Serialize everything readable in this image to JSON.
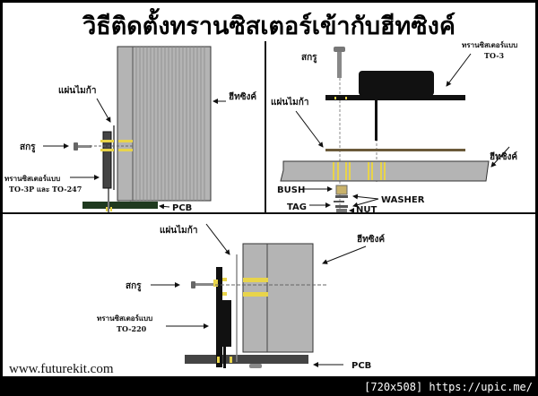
{
  "title": "วิธีติดตั้งทรานซิสเตอร์เข้ากับฮีทซิงค์",
  "panel_left": {
    "mica": "แผ่นไมก้า",
    "heatsink": "ฮีทซิงค์",
    "screw": "สกรู",
    "transistor_line1": "ทรานซิสเตอร์แบบ",
    "transistor_line2": "TO-3P และ TO-247",
    "pcb": "PCB"
  },
  "panel_right": {
    "screw": "สกรู",
    "transistor_line1": "ทรานซิสเตอร์แบบ",
    "transistor_line2": "TO-3",
    "mica": "แผ่นไมก้า",
    "heatsink": "ฮีทซิงค์",
    "bush": "BUSH",
    "tag": "TAG",
    "washer": "WASHER",
    "nut": "NUT"
  },
  "panel_bottom": {
    "mica": "แผ่นไมก้า",
    "heatsink": "ฮีทซิงค์",
    "screw": "สกรู",
    "transistor_line1": "ทรานซิสเตอร์แบบ",
    "transistor_line2": "TO-220",
    "pcb": "PCB"
  },
  "website": "www.futurekit.com",
  "footer": "[720x508] https://upic.me/",
  "colors": {
    "heatsink": "#b4b4b4",
    "pcb": "#1f3a1f",
    "washer": "#e8d44a",
    "mica": "#6b5a3a"
  }
}
